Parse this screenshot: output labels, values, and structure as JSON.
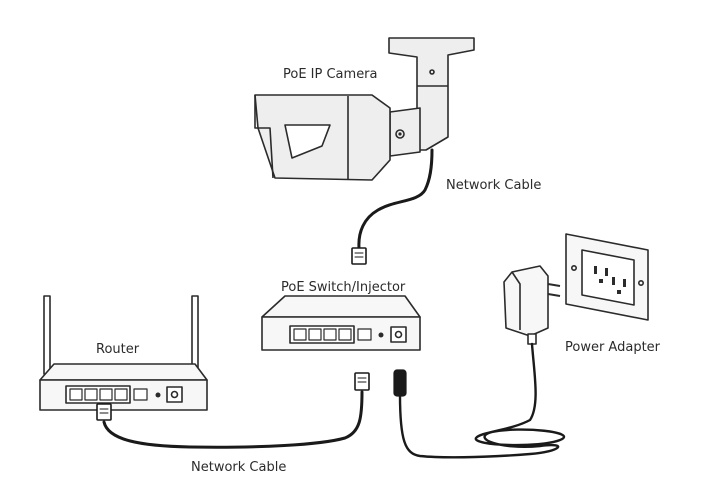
{
  "labels": {
    "camera": "PoE IP Camera",
    "camera_cable": "Network Cable",
    "switch": "PoE Switch/Injector",
    "router": "Router",
    "adapter": "Power Adapter",
    "bottom_cable": "Network Cable"
  },
  "colors": {
    "line": "#2b2b2b",
    "device_fill": "#f7f7f7",
    "camera_fill": "#eeeeee",
    "cable": "#1a1a1a"
  }
}
